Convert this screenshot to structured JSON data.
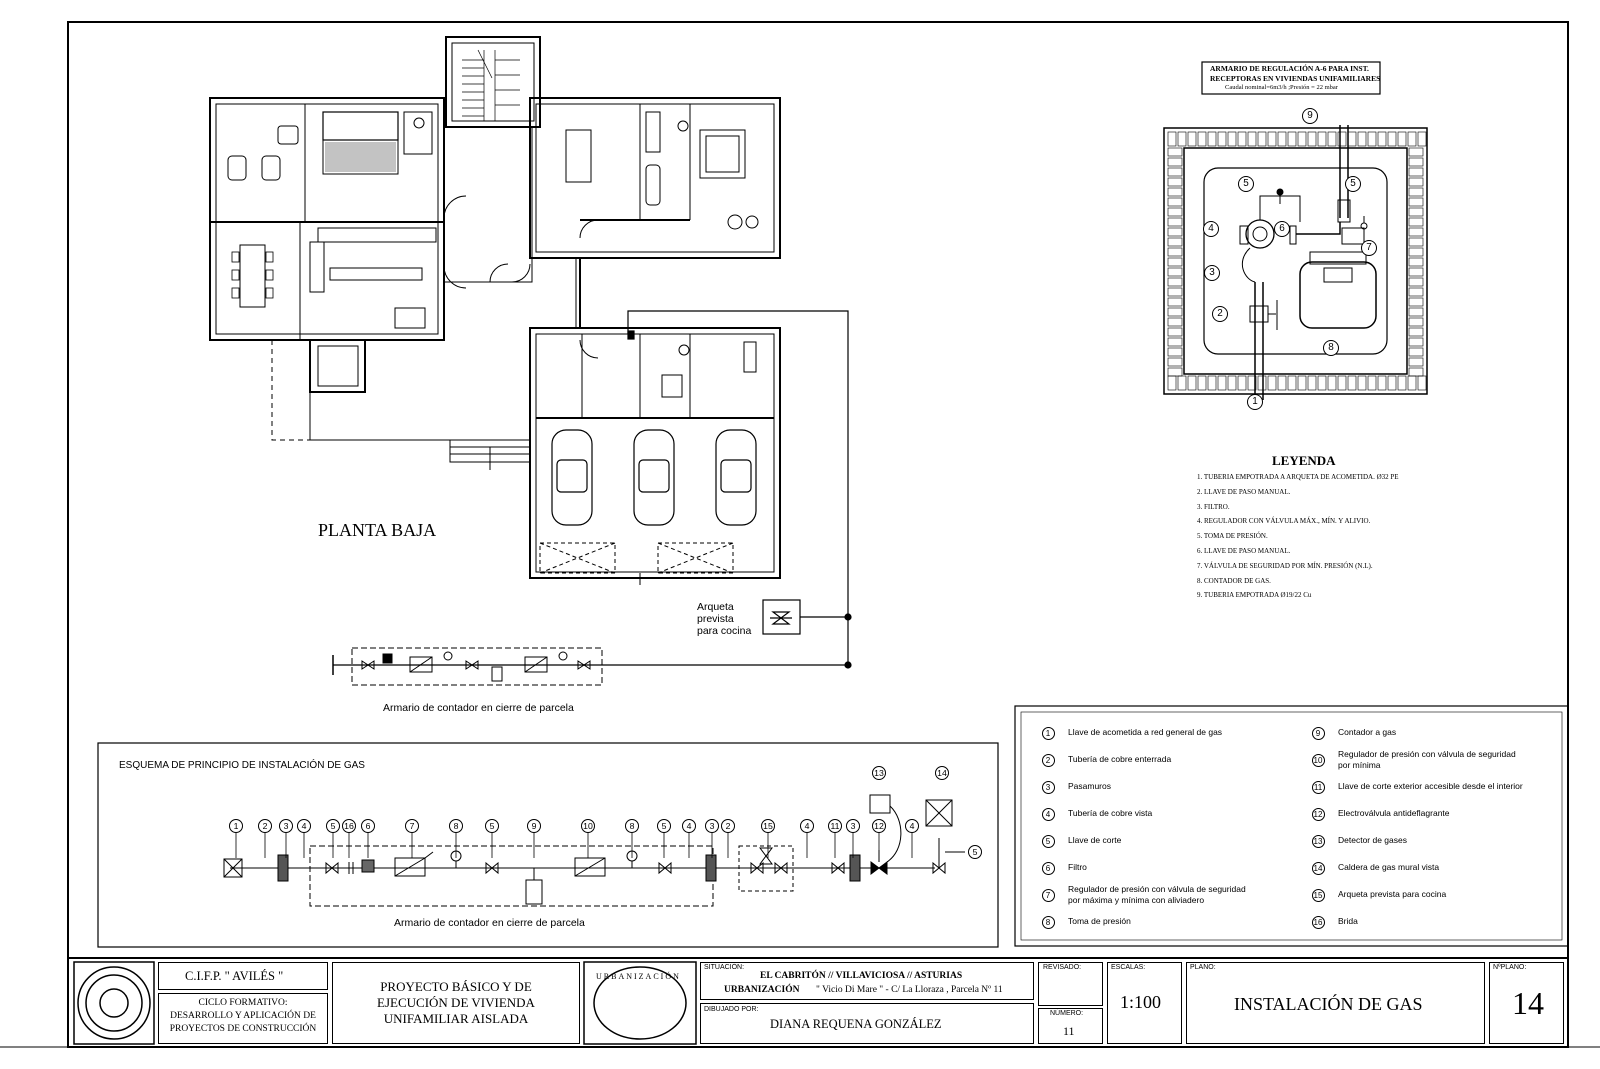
{
  "plan_title": "PLANTA BAJA",
  "cabinet_title": [
    "ARMARIO DE REGULACIÓN A-6 PARA INST.",
    "RECEPTORAS EN VIVIENDAS UNIFAMILIARES",
    "Caudal nominal=6m3/h ;Presión = 22 mbar"
  ],
  "legend_title": "LEYENDA",
  "legend_items": [
    "1. TUBERIA EMPOTRADA A ARQUETA DE ACOMETIDA. Ø32 PE",
    "2. LLAVE DE PASO MANUAL.",
    "3. FILTRO.",
    "4. REGULADOR CON VÁLVULA MÁX., MÍN. Y ALIVIO.",
    "5. TOMA DE PRESIÓN.",
    "6. LLAVE DE PASO MANUAL.",
    "7. VÁLVULA DE SEGURIDAD POR MÍN. PRESIÓN (N.L).",
    "8. CONTADOR DE GAS.",
    "9. TUBERIA EMPOTRADA  Ø19/22 Cu"
  ],
  "cabinet_numbers": [
    "9",
    "5",
    "5",
    "4",
    "6",
    "7",
    "3",
    "2",
    "8",
    "1"
  ],
  "arqueta_label": [
    "Arqueta",
    "prevista",
    "para cocina"
  ],
  "meter_box_caption": "Armario de contador en cierre de parcela",
  "schema_title": "ESQUEMA DE PRINCIPIO DE INSTALACIÓN DE GAS",
  "schema_numbers": [
    "1",
    "2",
    "3",
    "4",
    "5",
    "16",
    "6",
    "7",
    "8",
    "5",
    "9",
    "10",
    "8",
    "5",
    "4",
    "3",
    "2",
    "15",
    "4",
    "11",
    "3",
    "12",
    "13",
    "4",
    "14",
    "5"
  ],
  "schema_caption": "Armario de contador en cierre de parcela",
  "symbols": [
    {
      "n": "1",
      "text": "Llave de acometida a red general de gas"
    },
    {
      "n": "2",
      "text": "Tubería de cobre enterrada"
    },
    {
      "n": "3",
      "text": "Pasamuros"
    },
    {
      "n": "4",
      "text": "Tubería de cobre vista"
    },
    {
      "n": "5",
      "text": "Llave de corte"
    },
    {
      "n": "6",
      "text": "Filtro"
    },
    {
      "n": "7",
      "text": "Regulador de presión con válvula de seguridad|por máxima y mínima con aliviadero"
    },
    {
      "n": "8",
      "text": "Toma de presión"
    },
    {
      "n": "9",
      "text": "Contador a gas"
    },
    {
      "n": "10",
      "text": "Regulador de presión con válvula de seguridad|por mínima"
    },
    {
      "n": "11",
      "text": "Llave de corte exterior accesible desde el interior"
    },
    {
      "n": "12",
      "text": "Electroválvula antideflagrante"
    },
    {
      "n": "13",
      "text": "Detector de gases"
    },
    {
      "n": "14",
      "text": "Caldera de gas mural vista"
    },
    {
      "n": "15",
      "text": "Arqueta prevista para cocina"
    },
    {
      "n": "16",
      "text": "Brida"
    }
  ],
  "titleblock": {
    "school": "C.I.F.P. \" AVILÉS \"",
    "cycle": [
      "CICLO FORMATIVO:",
      "DESARROLLO Y APLICACIÓN DE",
      "PROYECTOS DE CONSTRUCCIÓN"
    ],
    "project": [
      "PROYECTO BÁSICO Y DE",
      "EJECUCIÓN DE VIVIENDA",
      "UNIFAMILIAR AISLADA"
    ],
    "logo_text": "URBANIZACIÓN",
    "situacion_label": "SITUACIÓN:",
    "situacion_line1": "EL CABRITÓN  //  VILLAVICIOSA  //  ASTURIAS",
    "situacion_line2a": "URBANIZACIÓN",
    "situacion_line2b": "\" Vicio Di Mare \" - C/ La Lloraza , Parcela Nº 11",
    "dibujado_label": "DIBUJADO  POR:",
    "dibujado": "DIANA REQUENA GONZÁLEZ",
    "revisado_label": "REVISADO:",
    "numero_label": "NÚMERO:",
    "numero": "11",
    "escalas_label": "ESCALAS:",
    "escala": "1:100",
    "plano_label": "PLANO:",
    "plano": "INSTALACIÓN DE GAS",
    "nplano_label": "NºPLANO:",
    "nplano": "14"
  }
}
